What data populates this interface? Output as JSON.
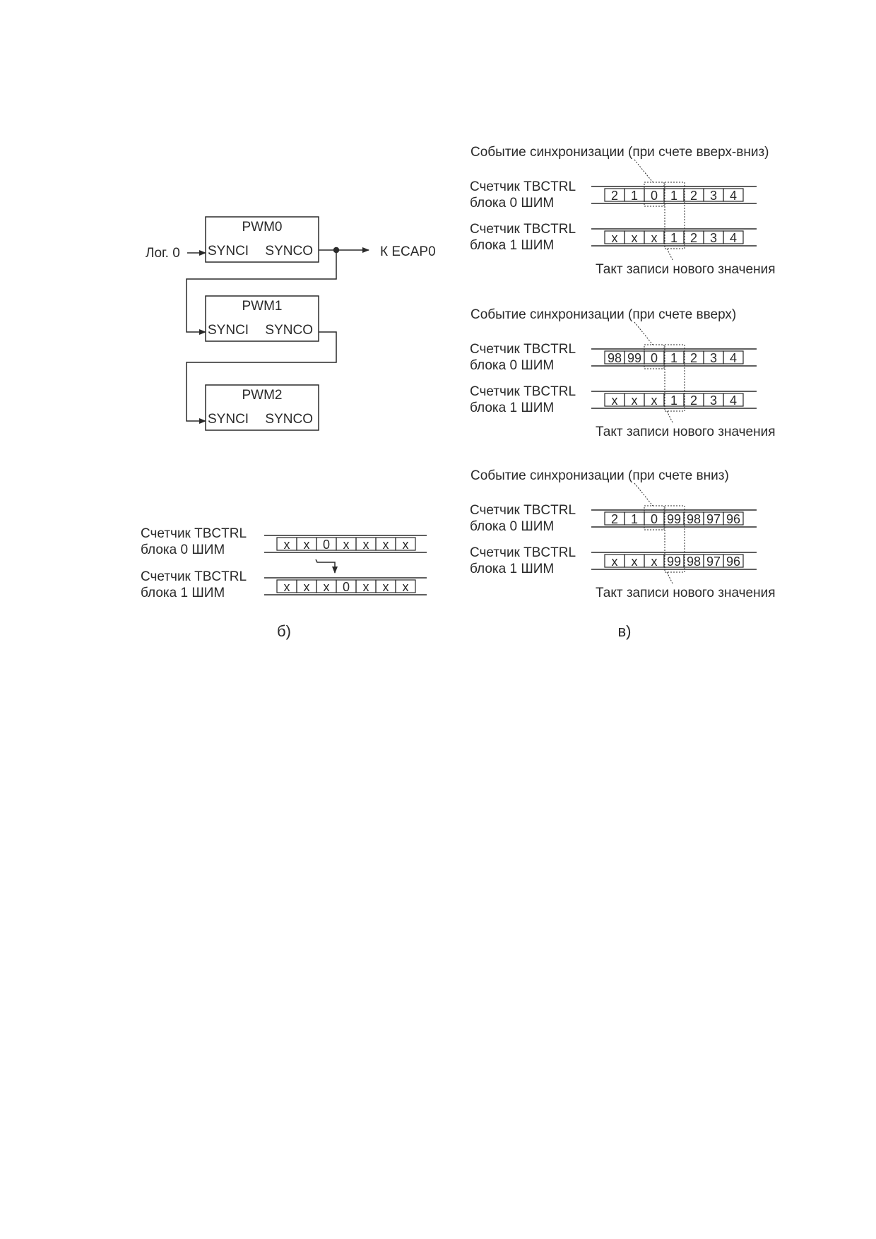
{
  "block_diagram": {
    "input_label": "Лог. 0",
    "output_label": "К ECAP0",
    "blocks": [
      {
        "name": "PWM0",
        "sync_in": "SYNCI",
        "sync_out": "SYNCO"
      },
      {
        "name": "PWM1",
        "sync_in": "SYNCI",
        "sync_out": "SYNCO"
      },
      {
        "name": "PWM2",
        "sync_in": "SYNCI",
        "sync_out": "SYNCO"
      }
    ]
  },
  "panel_b": {
    "caption": "б)",
    "row0_label": [
      "Счетчик TBCTRL",
      "блока 0 ШИМ"
    ],
    "row1_label": [
      "Счетчик TBCTRL",
      "блока 1 ШИМ"
    ],
    "row0_cells": [
      "x",
      "x",
      "0",
      "x",
      "x",
      "x",
      "x"
    ],
    "row1_cells": [
      "x",
      "x",
      "x",
      "0",
      "x",
      "x",
      "x"
    ]
  },
  "panel_v": {
    "caption": "в)",
    "row0_label": [
      "Счетчик TBCTRL",
      "блока 0 ШИМ"
    ],
    "row1_label": [
      "Счетчик TBCTRL",
      "блока 1 ШИМ"
    ],
    "groups": [
      {
        "event": "Событие синхронизации (при счете вверх-вниз)",
        "write": "Такт записи нового значения",
        "row0": [
          "2",
          "1",
          "0",
          "1",
          "2",
          "3",
          "4"
        ],
        "row1": [
          "x",
          "x",
          "x",
          "1",
          "2",
          "3",
          "4"
        ]
      },
      {
        "event": "Событие синхронизации (при счете вверх)",
        "write": "Такт записи нового значения",
        "row0": [
          "98",
          "99",
          "0",
          "1",
          "2",
          "3",
          "4"
        ],
        "row1": [
          "x",
          "x",
          "x",
          "1",
          "2",
          "3",
          "4"
        ]
      },
      {
        "event": "Событие синхронизации (при счете вниз)",
        "write": "Такт записи нового значения",
        "row0": [
          "2",
          "1",
          "0",
          "99",
          "98",
          "97",
          "96"
        ],
        "row1": [
          "x",
          "x",
          "x",
          "99",
          "98",
          "97",
          "96"
        ]
      }
    ]
  }
}
